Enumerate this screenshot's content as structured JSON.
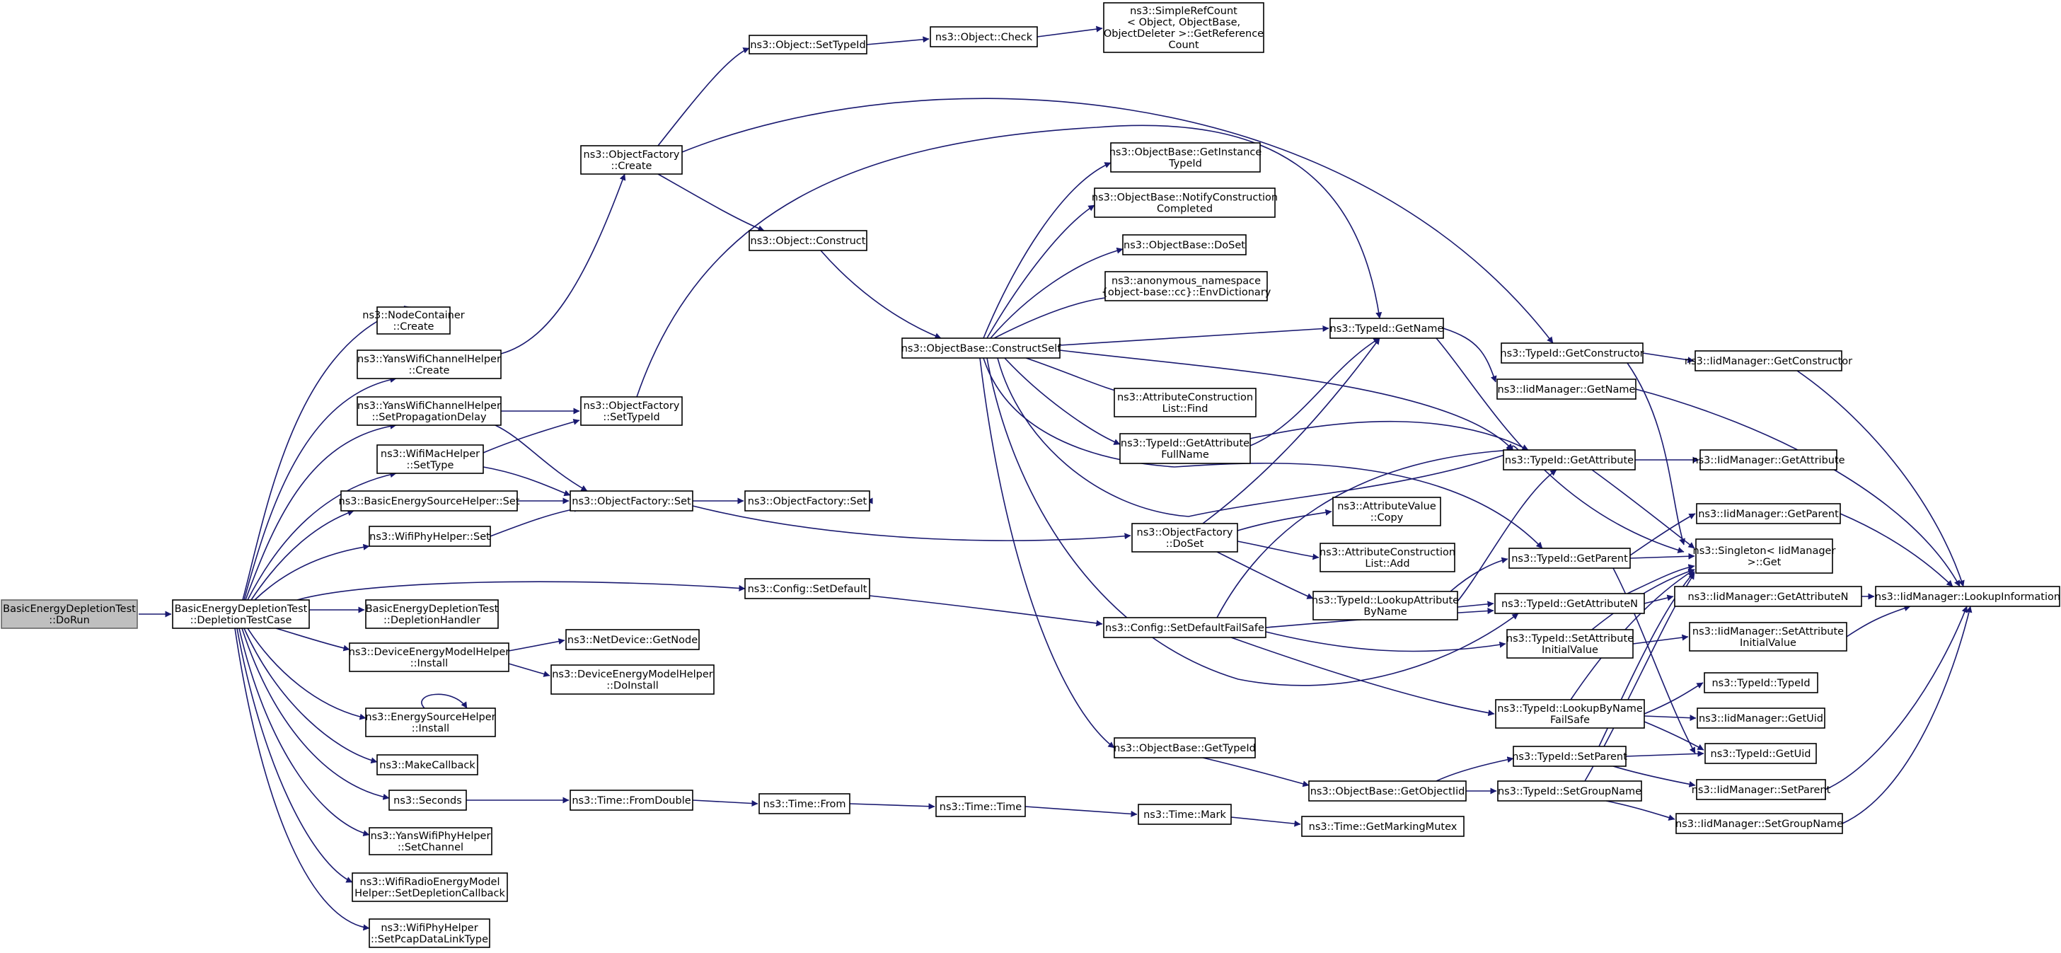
{
  "diagram": {
    "colors": {
      "edge": "#191970",
      "root_fill": "#bfbfbf",
      "node_border": "#000000"
    },
    "nodes": [
      {
        "id": "n0",
        "lines": [
          "BasicEnergyDepletionTest",
          "::DoRun"
        ],
        "root": true
      },
      {
        "id": "n1",
        "lines": [
          "BasicEnergyDepletionTest",
          "::DepletionTestCase"
        ]
      },
      {
        "id": "n2",
        "lines": [
          "ns3::NodeContainer",
          "::Create"
        ]
      },
      {
        "id": "n3",
        "lines": [
          "ns3::YansWifiChannelHelper",
          "::Create"
        ]
      },
      {
        "id": "n4",
        "lines": [
          "ns3::YansWifiChannelHelper",
          "::SetPropagationDelay"
        ]
      },
      {
        "id": "n5",
        "lines": [
          "ns3::WifiMacHelper",
          "::SetType"
        ]
      },
      {
        "id": "n6",
        "lines": [
          "ns3::BasicEnergySourceHelper::Set"
        ]
      },
      {
        "id": "n7",
        "lines": [
          "ns3::WifiPhyHelper::Set"
        ]
      },
      {
        "id": "n8",
        "lines": [
          "BasicEnergyDepletionTest",
          "::DepletionHandler"
        ]
      },
      {
        "id": "n9",
        "lines": [
          "ns3::DeviceEnergyModelHelper",
          "::Install"
        ]
      },
      {
        "id": "n10",
        "lines": [
          "ns3::EnergySourceHelper",
          "::Install"
        ]
      },
      {
        "id": "n11",
        "lines": [
          "ns3::MakeCallback"
        ]
      },
      {
        "id": "n12",
        "lines": [
          "ns3::Seconds"
        ]
      },
      {
        "id": "n13",
        "lines": [
          "ns3::YansWifiPhyHelper",
          "::SetChannel"
        ]
      },
      {
        "id": "n14",
        "lines": [
          "ns3::WifiRadioEnergyModel",
          "Helper::SetDepletionCallback"
        ]
      },
      {
        "id": "n15",
        "lines": [
          "ns3::WifiPhyHelper",
          "::SetPcapDataLinkType"
        ]
      },
      {
        "id": "n16",
        "lines": [
          "ns3::ObjectFactory",
          "::Create"
        ]
      },
      {
        "id": "n17",
        "lines": [
          "ns3::ObjectFactory",
          "::SetTypeId"
        ]
      },
      {
        "id": "n18",
        "lines": [
          "ns3::ObjectFactory::Set"
        ]
      },
      {
        "id": "n19",
        "lines": [
          "ns3::Config::SetDefault"
        ]
      },
      {
        "id": "n20",
        "lines": [
          "ns3::NetDevice::GetNode"
        ]
      },
      {
        "id": "n21",
        "lines": [
          "ns3::DeviceEnergyModelHelper",
          "::DoInstall"
        ]
      },
      {
        "id": "n22",
        "lines": [
          "ns3::Time::FromDouble"
        ]
      },
      {
        "id": "n23",
        "lines": [
          "ns3::Object::SetTypeId"
        ]
      },
      {
        "id": "n24",
        "lines": [
          "ns3::Object::Construct"
        ]
      },
      {
        "id": "n25",
        "lines": [
          "ns3::ObjectFactory::Set"
        ]
      },
      {
        "id": "n26",
        "lines": [
          "ns3::Time::From"
        ]
      },
      {
        "id": "n27",
        "lines": [
          "ns3::Object::Check"
        ]
      },
      {
        "id": "n28",
        "lines": [
          "ns3::SimpleRefCount",
          "< Object, ObjectBase,",
          "ObjectDeleter >::GetReference",
          "Count"
        ]
      },
      {
        "id": "n29",
        "lines": [
          "ns3::ObjectBase::ConstructSelf"
        ]
      },
      {
        "id": "n30",
        "lines": [
          "ns3::ObjectBase::GetInstance",
          "TypeId"
        ]
      },
      {
        "id": "n31",
        "lines": [
          "ns3::ObjectBase::NotifyConstruction",
          "Completed"
        ]
      },
      {
        "id": "n32",
        "lines": [
          "ns3::ObjectBase::DoSet"
        ]
      },
      {
        "id": "n33",
        "lines": [
          "ns3::anonymous_namespace",
          "{object-base::cc}::EnvDictionary"
        ]
      },
      {
        "id": "n34",
        "lines": [
          "ns3::AttributeConstruction",
          "List::Find"
        ]
      },
      {
        "id": "n35",
        "lines": [
          "ns3::TypeId::GetAttribute",
          "FullName"
        ]
      },
      {
        "id": "n36",
        "lines": [
          "ns3::ObjectFactory",
          "::DoSet"
        ]
      },
      {
        "id": "n37",
        "lines": [
          "ns3::Config::SetDefaultFailSafe"
        ]
      },
      {
        "id": "n38",
        "lines": [
          "ns3::ObjectBase::GetTypeId"
        ]
      },
      {
        "id": "n39",
        "lines": [
          "ns3::Time::Time"
        ]
      },
      {
        "id": "n40",
        "lines": [
          "ns3::Time::Mark"
        ]
      },
      {
        "id": "n41",
        "lines": [
          "ns3::ObjectBase::GetObjectIid"
        ]
      },
      {
        "id": "n42",
        "lines": [
          "ns3::Time::GetMarkingMutex"
        ]
      },
      {
        "id": "n43",
        "lines": [
          "ns3::TypeId::GetName"
        ]
      },
      {
        "id": "n44",
        "lines": [
          "ns3::IidManager::GetName"
        ]
      },
      {
        "id": "n45",
        "lines": [
          "ns3::AttributeValue",
          "::Copy"
        ]
      },
      {
        "id": "n46",
        "lines": [
          "ns3::AttributeConstruction",
          "List::Add"
        ]
      },
      {
        "id": "n47",
        "lines": [
          "ns3::TypeId::LookupAttribute",
          "ByName"
        ]
      },
      {
        "id": "n48",
        "lines": [
          "ns3::TypeId::GetConstructor"
        ]
      },
      {
        "id": "n49",
        "lines": [
          "ns3::TypeId::GetAttribute"
        ]
      },
      {
        "id": "n50",
        "lines": [
          "ns3::TypeId::GetParent"
        ]
      },
      {
        "id": "n51",
        "lines": [
          "ns3::TypeId::GetAttributeN"
        ]
      },
      {
        "id": "n52",
        "lines": [
          "ns3::TypeId::SetAttribute",
          "InitialValue"
        ]
      },
      {
        "id": "n53",
        "lines": [
          "ns3::TypeId::LookupByName",
          "FailSafe"
        ]
      },
      {
        "id": "n54",
        "lines": [
          "ns3::TypeId::SetParent"
        ]
      },
      {
        "id": "n55",
        "lines": [
          "ns3::TypeId::SetGroupName"
        ]
      },
      {
        "id": "n56",
        "lines": [
          "ns3::IidManager::GetConstructor"
        ]
      },
      {
        "id": "n57",
        "lines": [
          "ns3::IidManager::GetAttribute"
        ]
      },
      {
        "id": "n58",
        "lines": [
          "ns3::IidManager::GetParent"
        ]
      },
      {
        "id": "n59",
        "lines": [
          "ns3::Singleton< IidManager",
          ">::Get"
        ]
      },
      {
        "id": "n60",
        "lines": [
          "ns3::IidManager::GetAttributeN"
        ]
      },
      {
        "id": "n61",
        "lines": [
          "ns3::IidManager::SetAttribute",
          "InitialValue"
        ]
      },
      {
        "id": "n62",
        "lines": [
          "ns3::TypeId::TypeId"
        ]
      },
      {
        "id": "n63",
        "lines": [
          "ns3::IidManager::GetUid"
        ]
      },
      {
        "id": "n64",
        "lines": [
          "ns3::TypeId::GetUid"
        ]
      },
      {
        "id": "n65",
        "lines": [
          "ns3::IidManager::SetParent"
        ]
      },
      {
        "id": "n66",
        "lines": [
          "ns3::IidManager::SetGroupName"
        ]
      },
      {
        "id": "n67",
        "lines": [
          "ns3::IidManager::LookupInformation"
        ]
      }
    ]
  }
}
